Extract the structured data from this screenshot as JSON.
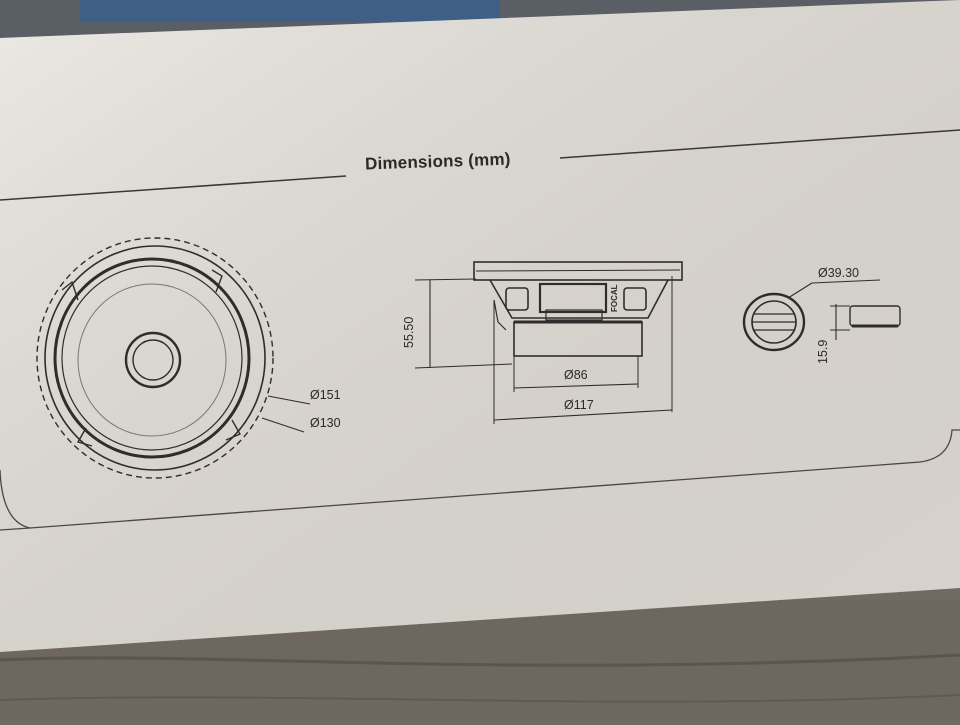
{
  "section_title": "Dimensions (mm)",
  "woofer": {
    "outer_diameter": "Ø151",
    "inner_diameter": "Ø130"
  },
  "side_view": {
    "height": "55.50",
    "magnet_diameter": "Ø86",
    "mount_diameter": "Ø117",
    "brand_on_basket": "FOCAL"
  },
  "tweeter": {
    "diameter": "Ø39.30",
    "depth": "15.9"
  },
  "colors": {
    "paper": "#e6e1da",
    "ink": "#2b2a28",
    "wood": "#6f6a63"
  }
}
